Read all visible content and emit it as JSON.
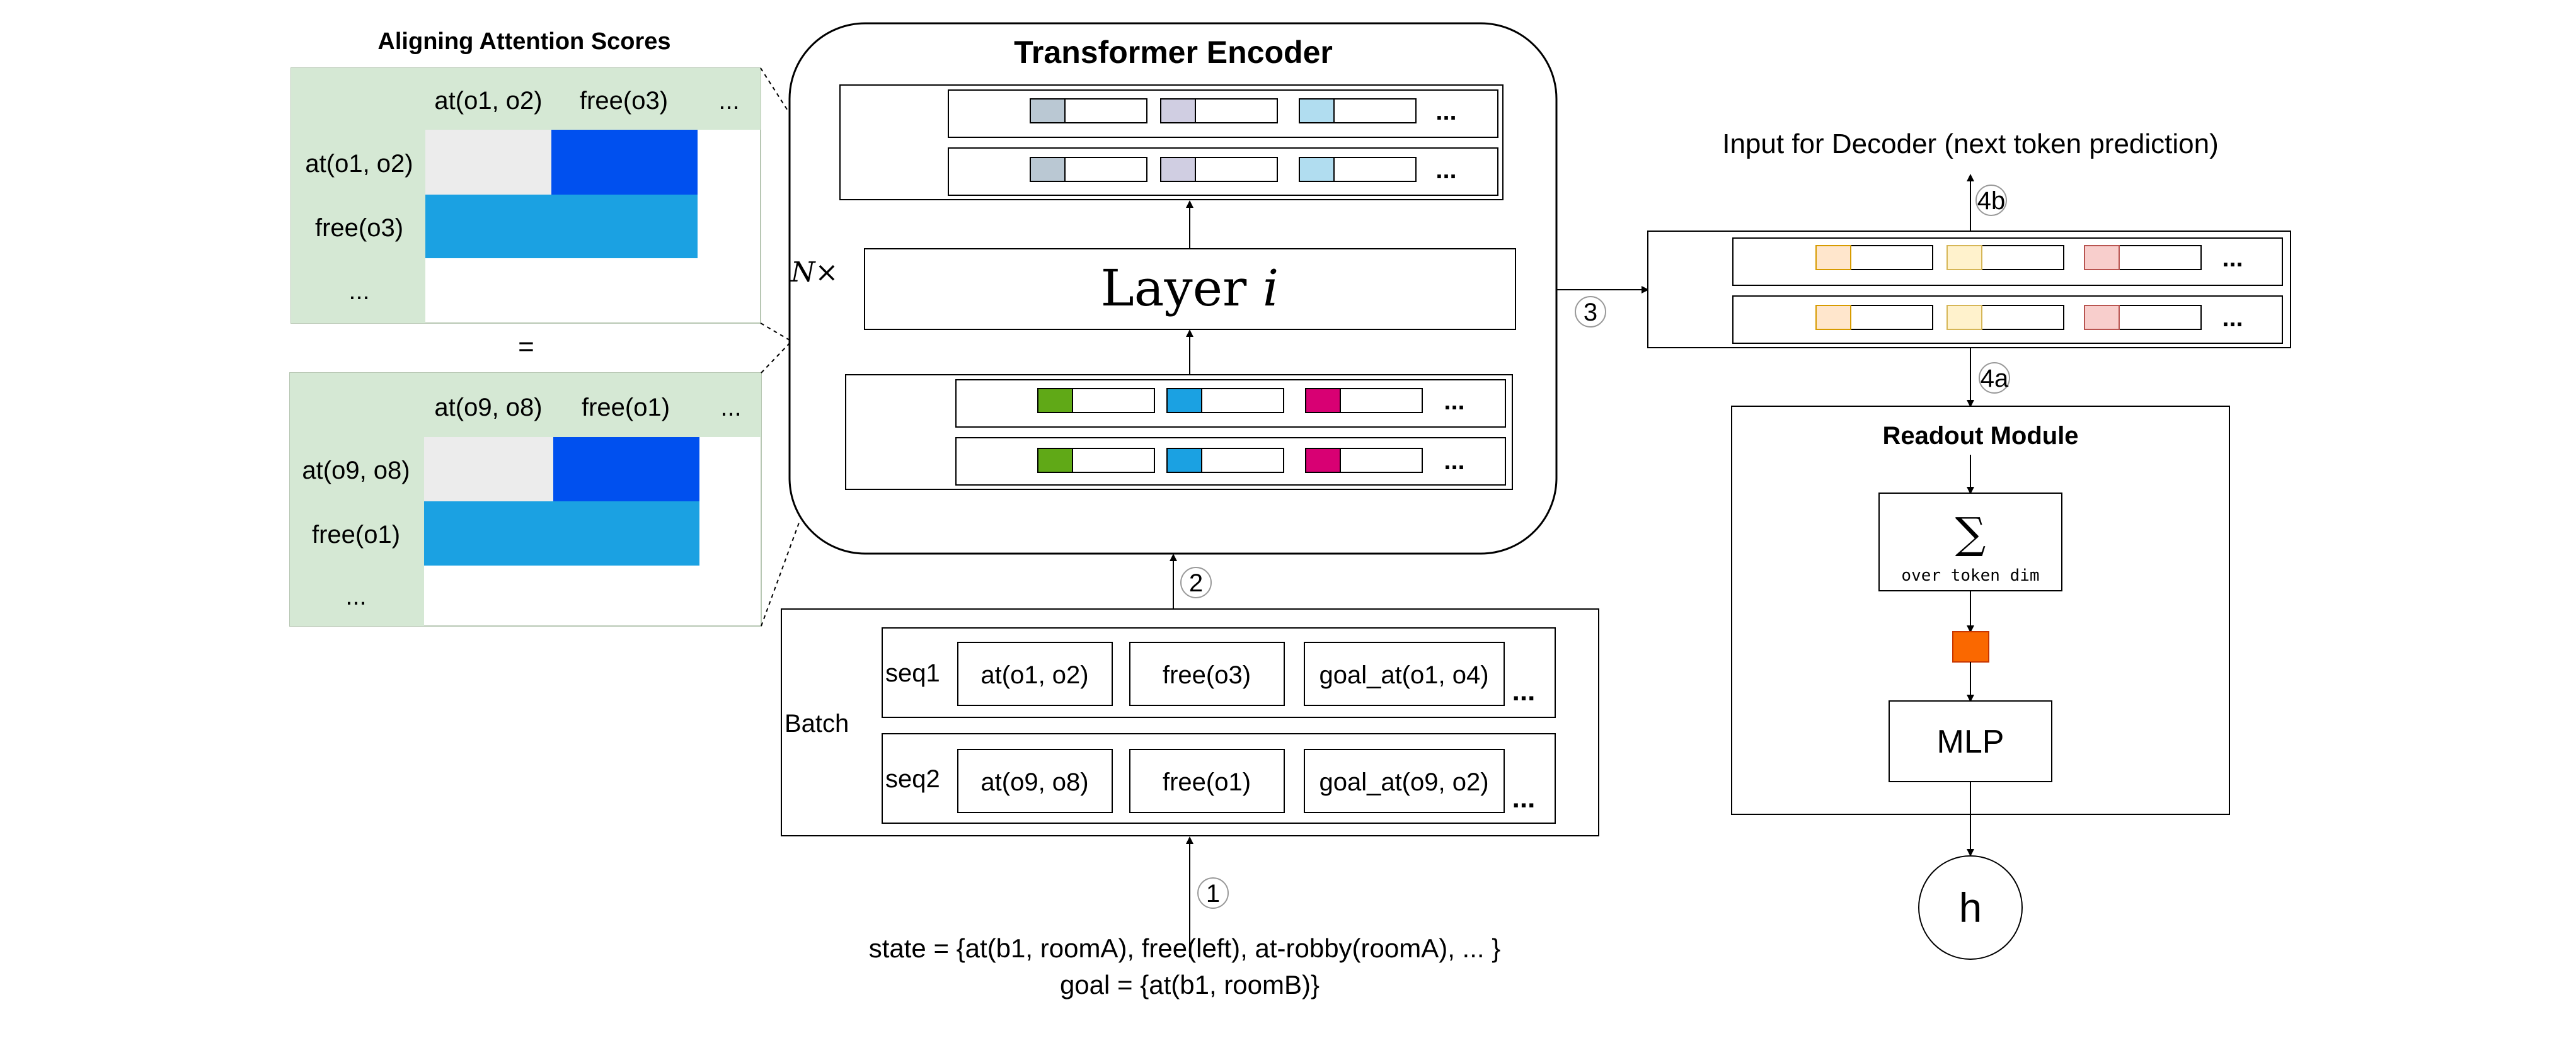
{
  "colors": {
    "header_green": "#d5e8d4",
    "light_gray": "#ececec",
    "strong_blue": "#0050ef",
    "medium_blue": "#1ba1e2",
    "slate": "#bac8d3",
    "lavender": "#d0cee2",
    "sky": "#b1ddf0",
    "green": "#60a917",
    "magenta": "#d80073",
    "peach": "#ffe6cc",
    "cream": "#fff2cc",
    "pink": "#f8cecc",
    "orange": "#fa6800"
  },
  "attention": {
    "title": "Aligning Attention Scores",
    "equals": "=",
    "top": {
      "col_headers": [
        "at(o1, o2)",
        "free(o3)",
        "..."
      ],
      "row_headers": [
        "at(o1, o2)",
        "free(o3)",
        "..."
      ]
    },
    "bottom": {
      "col_headers": [
        "at(o9, o8)",
        "free(o1)",
        "..."
      ],
      "row_headers": [
        "at(o9, o8)",
        "free(o1)",
        "..."
      ]
    }
  },
  "encoder": {
    "title": "Transformer Encoder",
    "layer_label": "Layer",
    "layer_var": "i",
    "repeat": "N",
    "repeat_symbol": "×",
    "ellipsis": "..."
  },
  "batch": {
    "label": "Batch",
    "seqs": [
      {
        "name": "seq1",
        "tokens": [
          "at(o1, o2)",
          "free(o3)",
          "goal_at(o1, o4)"
        ]
      },
      {
        "name": "seq2",
        "tokens": [
          "at(o9, o8)",
          "free(o1)",
          "goal_at(o9, o2)"
        ]
      }
    ],
    "ellipsis": "..."
  },
  "input": {
    "state": "state = {at(b1, roomA), free(left), at-robby(roomA), ... }",
    "goal": "goal = {at(b1, roomB)}"
  },
  "steps": {
    "s1": "1",
    "s2": "2",
    "s3": "3",
    "s4a": "4a",
    "s4b": "4b"
  },
  "decoder": {
    "title": "Input for Decoder (next token prediction)",
    "ellipsis": "..."
  },
  "readout": {
    "title": "Readout Module",
    "sum_symbol": "∑",
    "sum_caption": "over token dim",
    "mlp": "MLP",
    "output": "h"
  }
}
